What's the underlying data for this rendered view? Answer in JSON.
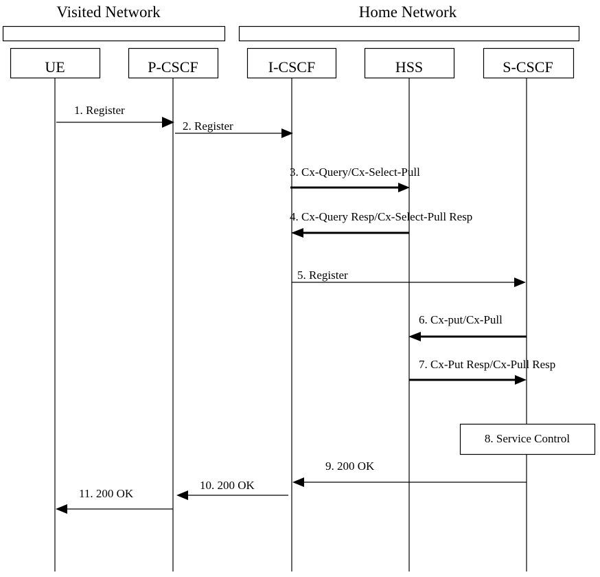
{
  "networks": {
    "visited": {
      "label": "Visited Network"
    },
    "home": {
      "label": "Home Network"
    }
  },
  "entities": [
    {
      "label": "UE"
    },
    {
      "label": "P-CSCF"
    },
    {
      "label": "I-CSCF"
    },
    {
      "label": "HSS"
    },
    {
      "label": "S-CSCF"
    }
  ],
  "messages": [
    {
      "label": "1. Register",
      "from": "UE",
      "to": "P-CSCF"
    },
    {
      "label": "2. Register",
      "from": "P-CSCF",
      "to": "I-CSCF"
    },
    {
      "label": "3. Cx-Query/Cx-Select-Pull",
      "from": "I-CSCF",
      "to": "HSS"
    },
    {
      "label": "4. Cx-Query Resp/Cx-Select-Pull Resp",
      "from": "HSS",
      "to": "I-CSCF"
    },
    {
      "label": "5. Register",
      "from": "I-CSCF",
      "to": "S-CSCF"
    },
    {
      "label": "6. Cx-put/Cx-Pull",
      "from": "S-CSCF",
      "to": "HSS"
    },
    {
      "label": "7. Cx-Put Resp/Cx-Pull Resp",
      "from": "HSS",
      "to": "S-CSCF"
    },
    {
      "label": "9. 200 OK",
      "from": "S-CSCF",
      "to": "I-CSCF"
    },
    {
      "label": "10. 200 OK",
      "from": "I-CSCF",
      "to": "P-CSCF"
    },
    {
      "label": "11. 200 OK",
      "from": "P-CSCF",
      "to": "UE"
    }
  ],
  "service_control": {
    "label": "8. Service Control"
  }
}
